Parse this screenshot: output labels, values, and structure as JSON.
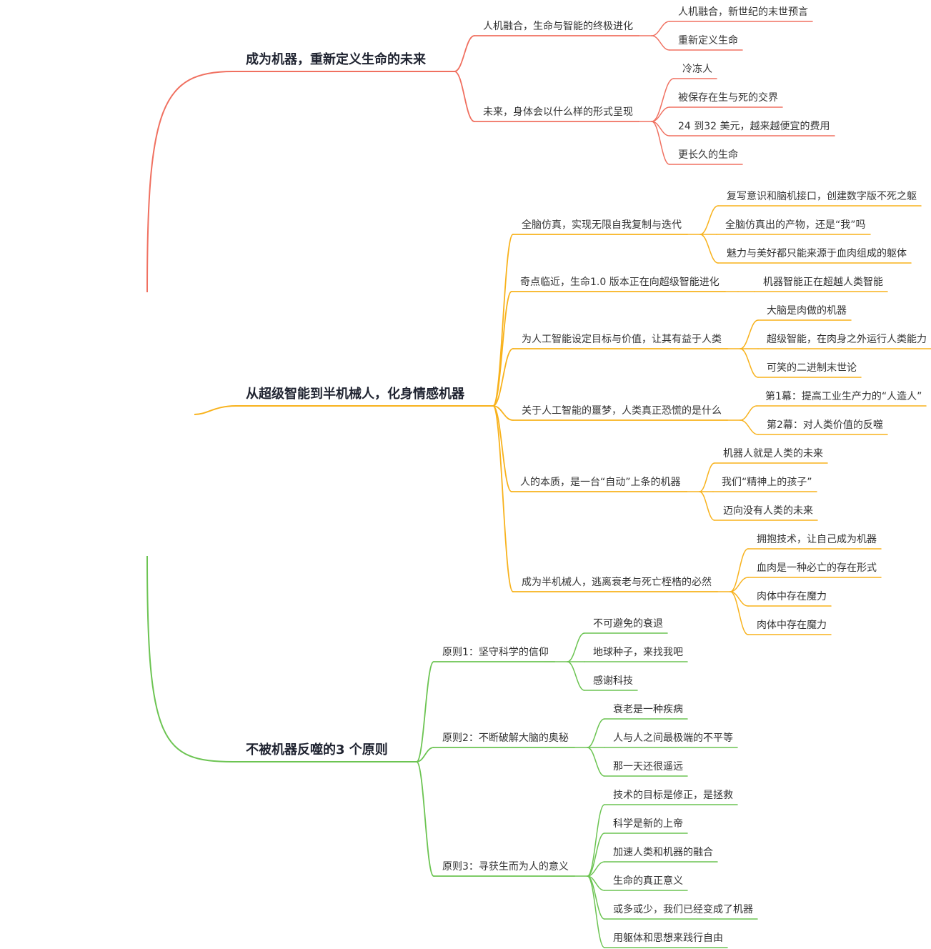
{
  "colors": {
    "branch_1": "#f07060",
    "branch_2": "#f8b21c",
    "branch_3": "#6cc452",
    "text": "#333333",
    "topic_text": "#1f2330"
  },
  "root": {
    "label": ""
  },
  "branches": [
    {
      "label": "成为机器，重新定义生命的未来",
      "children": [
        {
          "label": "人机融合，生命与智能的终极进化",
          "children": [
            "人机融合，新世纪的末世预言",
            "重新定义生命"
          ]
        },
        {
          "label": "未来，身体会以什么样的形式呈现",
          "children": [
            "冷冻人",
            "被保存在生与死的交界",
            "24 到32 美元，越来越便宜的费用",
            "更长久的生命"
          ]
        }
      ]
    },
    {
      "label": "从超级智能到半机械人，化身情感机器",
      "children": [
        {
          "label": "全脑仿真，实现无限自我复制与迭代",
          "children": [
            "复写意识和脑机接口，创建数字版不死之躯",
            "全脑仿真出的产物，还是“我”吗",
            "魅力与美好都只能来源于血肉组成的躯体"
          ]
        },
        {
          "label": "奇点临近，生命1.0 版本正在向超级智能进化",
          "children": [
            "机器智能正在超越人类智能"
          ]
        },
        {
          "label": "为人工智能设定目标与价值，让其有益于人类",
          "children": [
            "大脑是肉做的机器",
            "超级智能，在肉身之外运行人类能力",
            "可笑的二进制末世论"
          ]
        },
        {
          "label": "关于人工智能的噩梦，人类真正恐慌的是什么",
          "children": [
            "第1幕：提高工业生产力的“人造人”",
            "第2幕：对人类价值的反噬"
          ]
        },
        {
          "label": "人的本质，是一台“自动”上条的机器",
          "children": [
            "机器人就是人类的未来",
            "我们“精神上的孩子”",
            "迈向没有人类的未来"
          ]
        },
        {
          "label": "成为半机械人，逃离衰老与死亡桎梏的必然",
          "children": [
            "拥抱技术，让自己成为机器",
            "血肉是一种必亡的存在形式",
            "肉体中存在魔力",
            "肉体中存在魔力"
          ]
        }
      ]
    },
    {
      "label": "不被机器反噬的3 个原则",
      "children": [
        {
          "label": "原则1：坚守科学的信仰",
          "children": [
            "不可避免的衰退",
            "地球种子，来找我吧",
            "感谢科技"
          ]
        },
        {
          "label": "原则2：不断破解大脑的奥秘",
          "children": [
            "衰老是一种疾病",
            "人与人之间最极端的不平等",
            "那一天还很遥远"
          ]
        },
        {
          "label": "原则3：寻获生而为人的意义",
          "children": [
            "技术的目标是修正，是拯救",
            "科学是新的上帝",
            "加速人类和机器的融合",
            "生命的真正意义",
            "或多或少，我们已经变成了机器",
            "用躯体和思想来践行自由"
          ]
        }
      ]
    }
  ]
}
